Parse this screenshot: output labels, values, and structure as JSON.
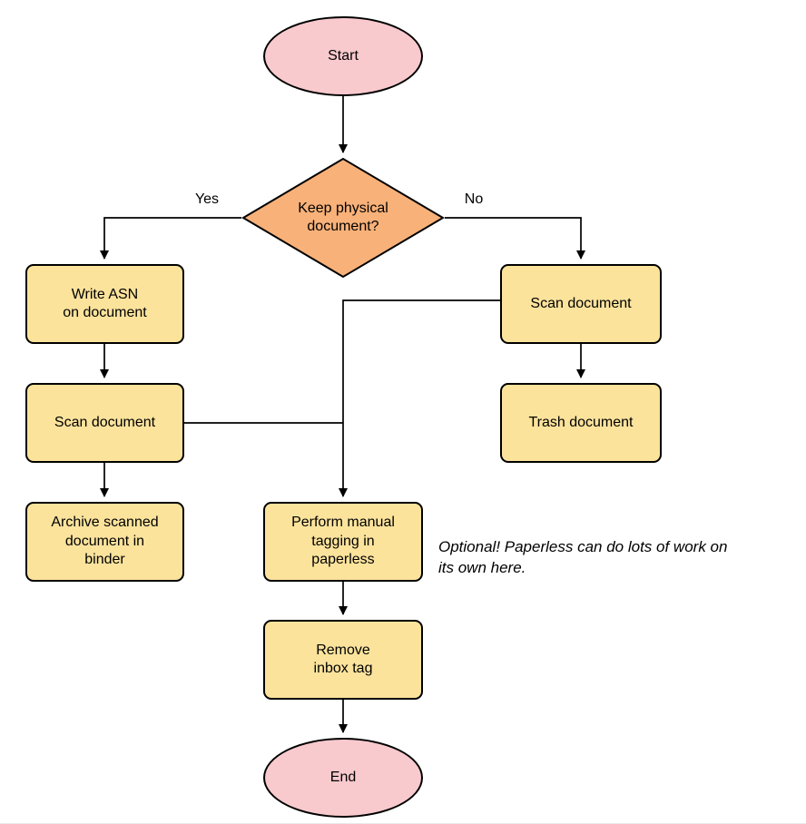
{
  "diagram": {
    "colors": {
      "terminal_fill": "#f8c9cd",
      "decision_fill": "#f8b179",
      "process_fill": "#fbe39c",
      "stroke": "#000000"
    },
    "nodes": {
      "start": {
        "label": "Start"
      },
      "decision": {
        "label": "Keep physical\ndocument?"
      },
      "write_asn": {
        "label": "Write ASN\non document"
      },
      "scan_left": {
        "label": "Scan document"
      },
      "archive": {
        "label": "Archive scanned\ndocument in\nbinder"
      },
      "scan_right": {
        "label": "Scan document"
      },
      "trash": {
        "label": "Trash document"
      },
      "tagging": {
        "label": "Perform manual\ntagging in\npaperless"
      },
      "remove_inbox": {
        "label": "Remove\ninbox tag"
      },
      "end": {
        "label": "End"
      }
    },
    "edge_labels": {
      "yes": "Yes",
      "no": "No"
    },
    "note": "Optional! Paperless can do lots of work on\nits own here."
  }
}
